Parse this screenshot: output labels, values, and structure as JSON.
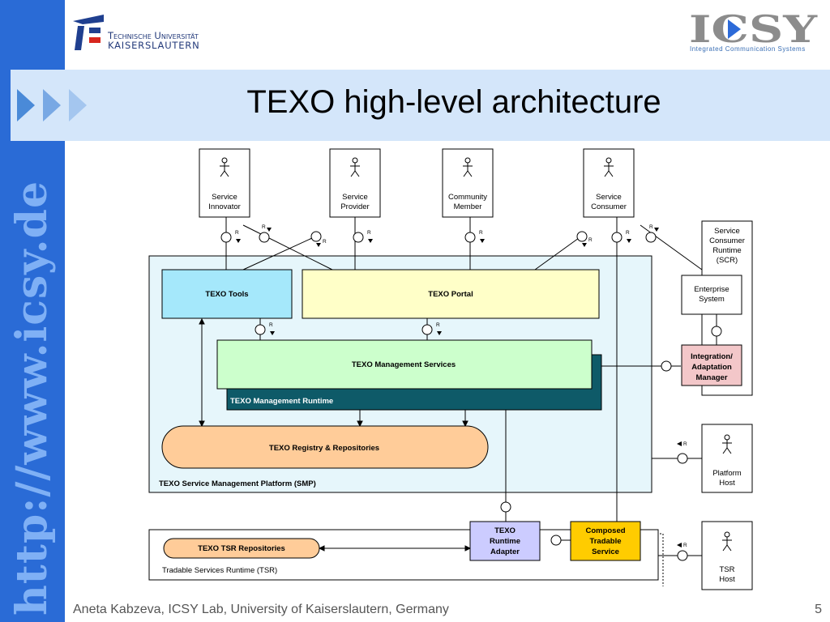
{
  "header": {
    "university_line1": "Technische Universität",
    "university_line2": "Kaiserslautern",
    "icsy_logo": "ICSY",
    "icsy_tagline": "Integrated  Communication  Systems",
    "title": "TEXO high-level architecture"
  },
  "sidebar": {
    "url": "http://www.icsy.de"
  },
  "footer": {
    "author": "Aneta Kabzeva, ICSY Lab, University of Kaiserslautern, Germany",
    "page_number": "5"
  },
  "diagram": {
    "actors": [
      {
        "line1": "Service",
        "line2": "Innovator"
      },
      {
        "line1": "Service",
        "line2": "Provider"
      },
      {
        "line1": "Community",
        "line2": "Member"
      },
      {
        "line1": "Service",
        "line2": "Consumer"
      }
    ],
    "platform_host": {
      "line1": "Platform",
      "line2": "Host"
    },
    "tsr_host": {
      "line1": "TSR",
      "line2": "Host"
    },
    "scr": {
      "line1": "Service",
      "line2": "Consumer",
      "line3": "Runtime",
      "line4": "(SCR)"
    },
    "enterprise_system": {
      "line1": "Enterprise",
      "line2": "System"
    },
    "integration_manager": {
      "line1": "Integration/",
      "line2": "Adaptation",
      "line3": "Manager"
    },
    "texo_tools": "TEXO Tools",
    "texo_portal": "TEXO Portal",
    "management_services": "TEXO Management Services",
    "management_runtime": "TEXO Management Runtime",
    "registry": "TEXO Registry & Repositories",
    "smp_label": "TEXO Service Management Platform (SMP)",
    "tsr_repositories": "TEXO TSR Repositories",
    "tsr_label": "Tradable Services Runtime (TSR)",
    "runtime_adapter": {
      "line1": "TEXO",
      "line2": "Runtime",
      "line3": "Adapter"
    },
    "composed_service": {
      "line1": "Composed",
      "line2": "Tradable",
      "line3": "Service"
    },
    "request_marker": "R"
  },
  "colors": {
    "sidebar": "#2a6bd6",
    "title_band": "#d4e6fa",
    "smp_bg": "#e6f6fb",
    "tools": "#a5e8fb",
    "portal": "#ffffc8",
    "management_services": "#ccffcc",
    "management_runtime": "#0e5a68",
    "registry": "#ffcc99",
    "integration_manager": "#f3c7c9",
    "runtime_adapter": "#ccccff",
    "composed_service": "#ffcc00"
  }
}
